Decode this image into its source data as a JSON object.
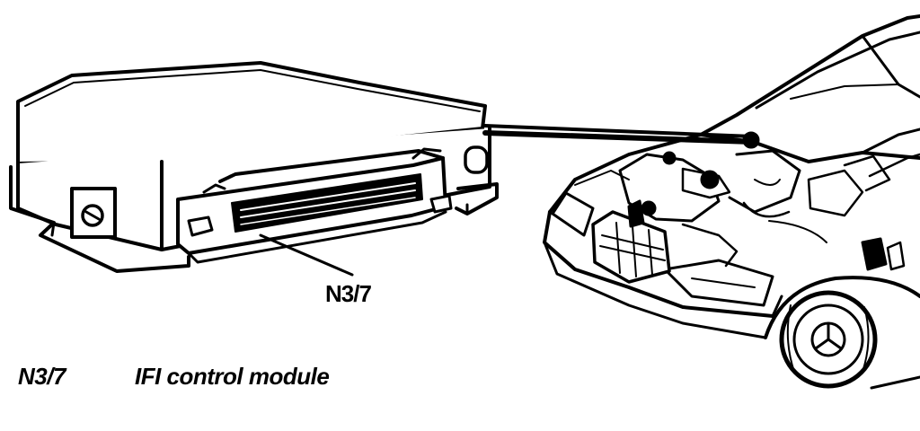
{
  "diagram": {
    "callout_label": "N3/7",
    "legend": {
      "code": "N3/7",
      "description": "IFI control module"
    },
    "components": [
      {
        "name": "control-module",
        "icon": "ecu-box-icon"
      },
      {
        "name": "vehicle",
        "icon": "car-front-icon"
      }
    ],
    "colors": {
      "ink": "#000000",
      "paper": "#ffffff"
    }
  }
}
